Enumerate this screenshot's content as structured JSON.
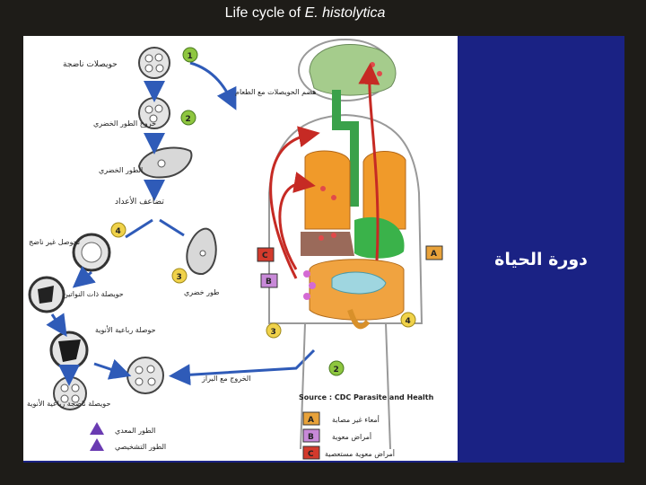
{
  "title": {
    "main": "Life cycle of ",
    "italic": "E. histolytica"
  },
  "side_title": "دورة الحياة",
  "stages": [
    {
      "label": "حويصلات ناضجة"
    },
    {
      "label": "خروج الطور الخضري"
    },
    {
      "label": "الطور الخضري"
    },
    {
      "label": "تضاعف الأعداد"
    },
    {
      "label": "تحوصل غير ناضج"
    },
    {
      "label": "حويصلة ذات النواتين"
    },
    {
      "label": "حوصلة رباعية الأنوية"
    },
    {
      "label": "حويصلة ناضجة رباعية الأنوية"
    },
    {
      "label": "طور خضري"
    }
  ],
  "body_labels": {
    "ingestion": "هضم الحويصلات مع الطعام",
    "exit": "الخروج مع البراز",
    "source": "Source : CDC Parasite and Health"
  },
  "markers": [
    "1",
    "2",
    "3",
    "4",
    "A",
    "B",
    "C"
  ],
  "legend": [
    {
      "key": "A",
      "color": "#e8a23a",
      "text": "أمعاء غير مصابة"
    },
    {
      "key": "B",
      "color": "#c889d8",
      "text": "أمراض معوية"
    },
    {
      "key": "C",
      "color": "#d33a2c",
      "text": "أمراض معوية مستعصية"
    }
  ],
  "stage_legend": [
    {
      "text": "الطور المعدي"
    },
    {
      "text": "الطور التشخيصي"
    }
  ]
}
